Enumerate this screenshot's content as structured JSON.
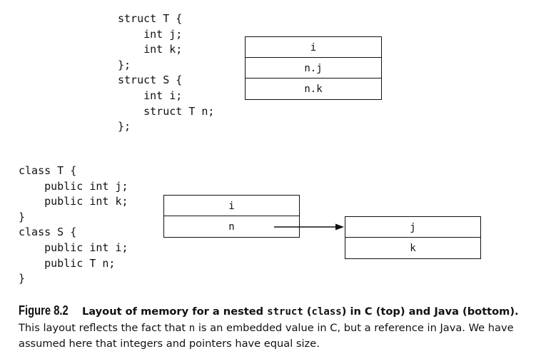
{
  "c_code": {
    "lines": [
      "struct T {",
      "    int j;",
      "    int k;",
      "};",
      "struct S {",
      "    int i;",
      "    struct T n;",
      "};"
    ]
  },
  "c_memory": {
    "cells": [
      "i",
      "n.j",
      "n.k"
    ]
  },
  "java_code": {
    "lines": [
      "class T {",
      "    public int j;",
      "    public int k;",
      "}",
      "class S {",
      "    public int i;",
      "    public T n;",
      "}"
    ]
  },
  "java_object_s": {
    "cells": [
      "i",
      "n"
    ]
  },
  "java_object_t": {
    "cells": [
      "j",
      "k"
    ]
  },
  "caption": {
    "label": "Figure 8.2",
    "title_parts": [
      "Layout of memory for a nested ",
      "struct",
      " (",
      "class",
      ") in C (top) and Java (bottom)."
    ],
    "body_line1_parts": [
      "This layout reflects the fact that ",
      "n",
      " is an embedded value in C, but a reference in Java. We have"
    ],
    "body_line2": "assumed here that integers and pointers have equal size."
  }
}
